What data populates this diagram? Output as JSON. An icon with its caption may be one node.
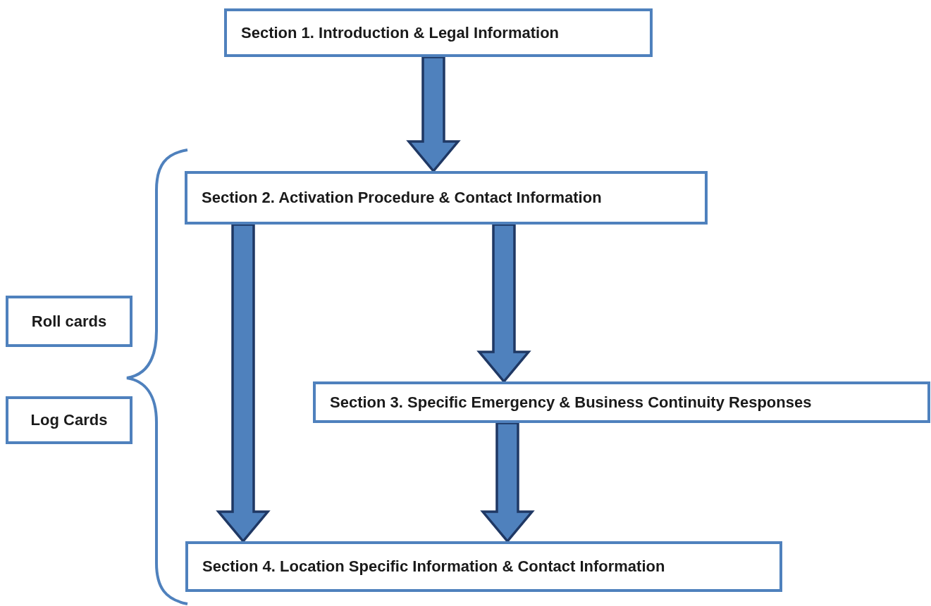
{
  "diagram": {
    "nodes": [
      {
        "text": [
          "Section 1. Introduction & Legal Information"
        ]
      },
      {
        "text": [
          "Section 2. Activation Procedure & Contact Information"
        ]
      },
      {
        "text": [
          "Section 3. Specific Emergency & Business Continuity Responses"
        ]
      },
      {
        "text": [
          "Section 4. Location Specific Information & Contact Information"
        ]
      },
      {
        "text": [
          "Roll cards"
        ]
      },
      {
        "text": [
          "Log Cards"
        ]
      }
    ],
    "edges": [
      {
        "from": 0,
        "to": 1,
        "arrow": "to"
      },
      {
        "from": 1,
        "to": 3,
        "arrow": "to"
      },
      {
        "from": 1,
        "to": 2,
        "arrow": "to"
      },
      {
        "from": 2,
        "to": 3,
        "arrow": "to"
      }
    ]
  }
}
